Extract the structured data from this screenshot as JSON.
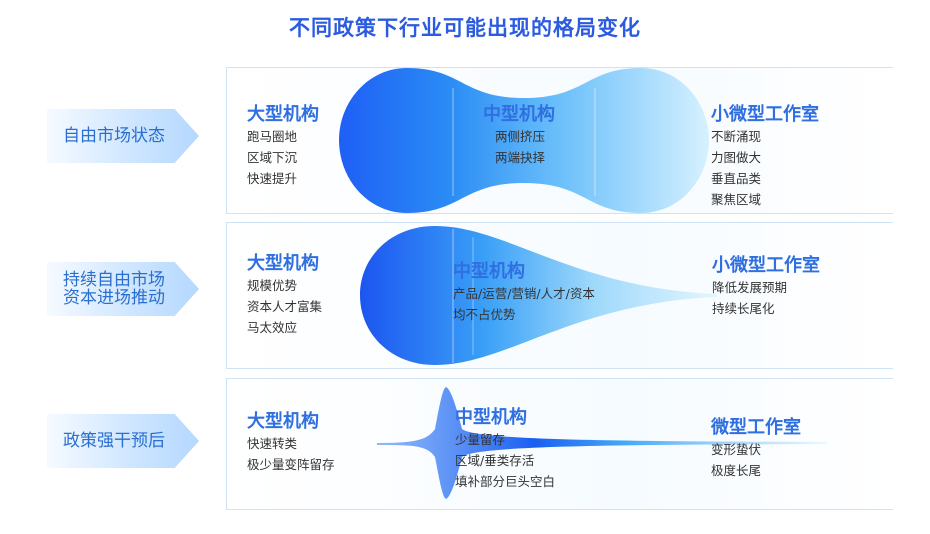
{
  "title": "不同政策下行业可能出现的格局变化",
  "rows": [
    {
      "label": "自由市场状态",
      "left": {
        "title": "大型机构",
        "lines": [
          "跑马圈地",
          "区域下沉",
          "快速提升"
        ]
      },
      "middle": {
        "title": "中型机构",
        "lines": [
          "两侧挤压",
          "两端抉择"
        ]
      },
      "right": {
        "title": "小微型工作室",
        "lines": [
          "不断涌现",
          "力图做大",
          "垂直品类",
          "聚焦区域"
        ]
      }
    },
    {
      "label": "持续自由市场\n资本进场推动",
      "left": {
        "title": "大型机构",
        "lines": [
          "规模优势",
          "资本人才富集",
          "马太效应"
        ]
      },
      "middle": {
        "title": "中型机构",
        "lines": [
          "产品/运营/营销/人才/资本",
          "均不占优势"
        ]
      },
      "right": {
        "title": "小微型工作室",
        "lines": [
          "降低发展预期",
          "持续长尾化"
        ]
      }
    },
    {
      "label": "政策强干预后",
      "left": {
        "title": "大型机构",
        "lines": [
          "快速转类",
          "极少量变阵留存"
        ]
      },
      "middle": {
        "title": "中型机构",
        "lines": [
          "少量留存",
          "区域/垂类存活",
          "填补部分巨头空白"
        ]
      },
      "right": {
        "title": "微型工作室",
        "lines": [
          "变形蛰伏",
          "极度长尾"
        ]
      }
    }
  ]
}
